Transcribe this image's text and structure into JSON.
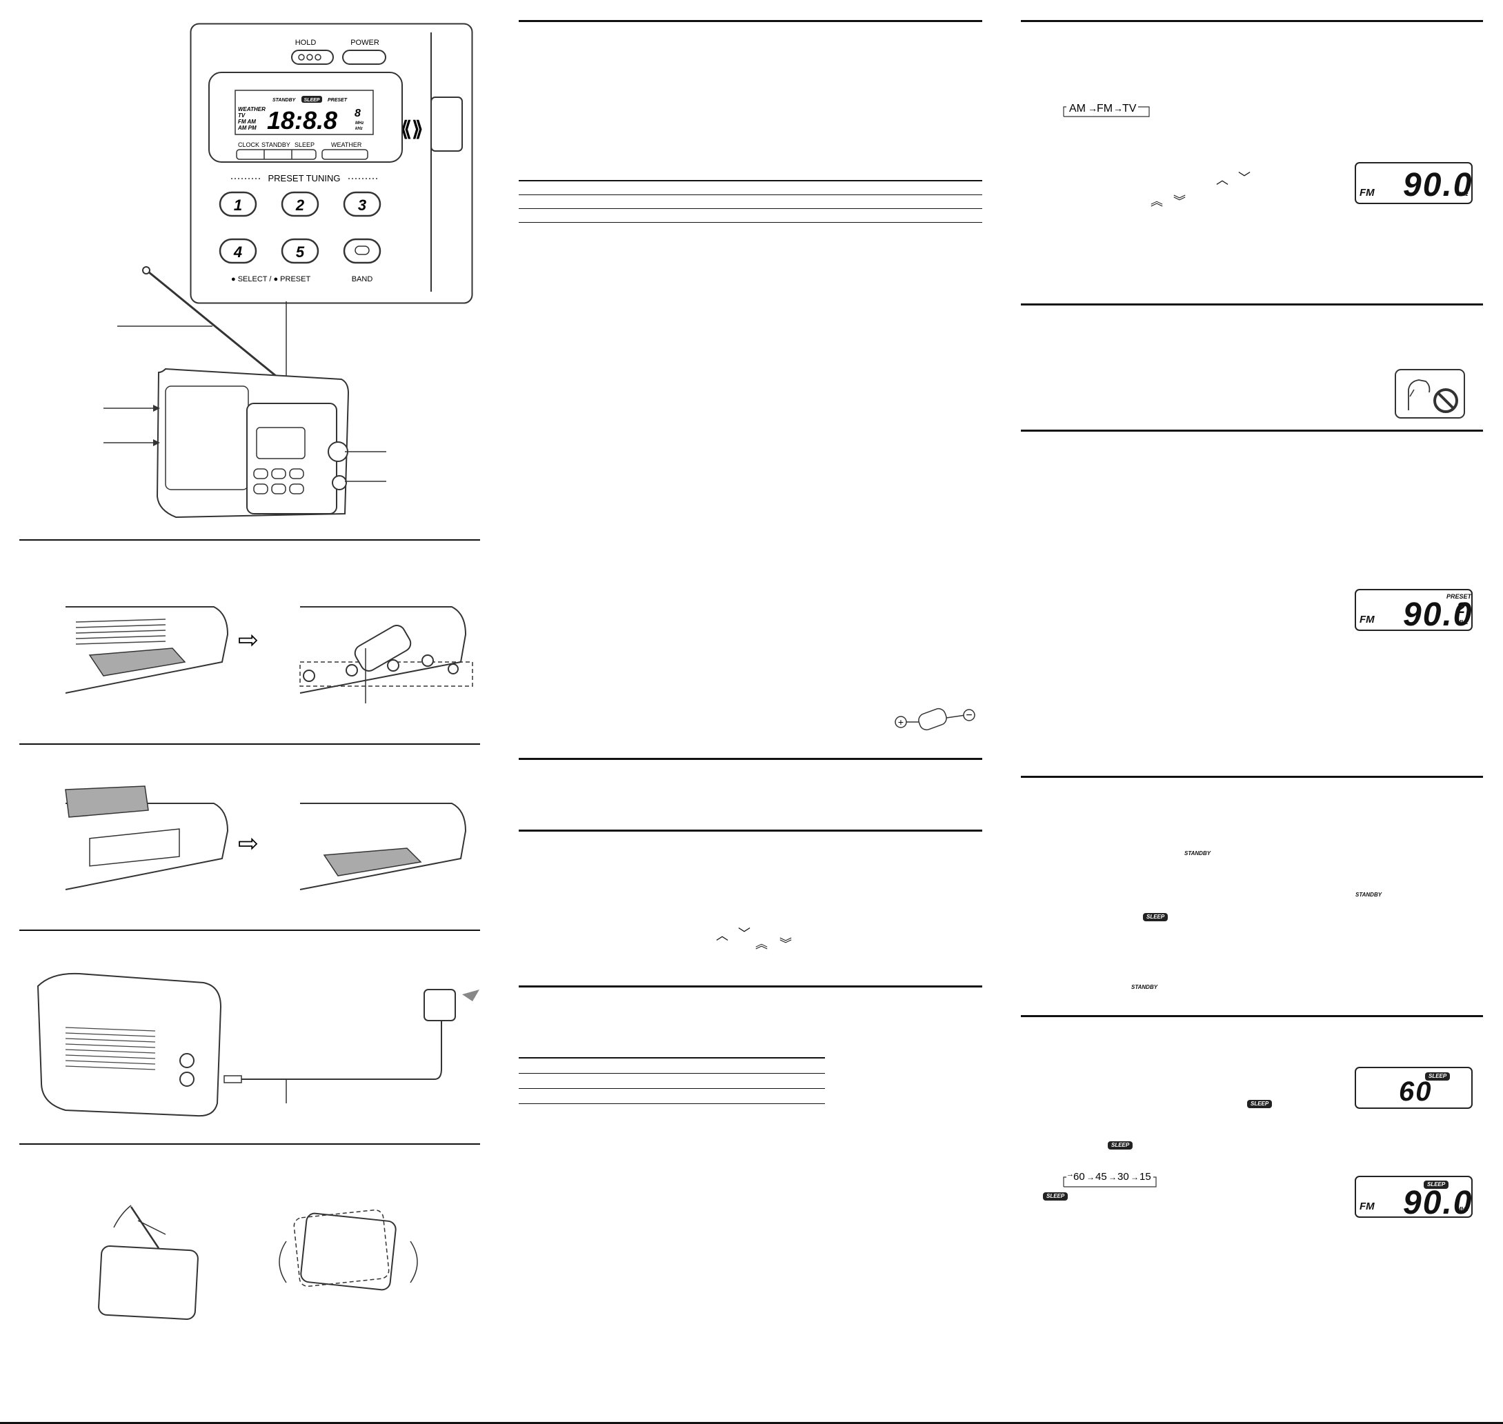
{
  "panel": {
    "hold_label": "HOLD",
    "power_label": "POWER",
    "display": {
      "standby": "STANDBY",
      "sleep": "SLEEP",
      "preset": "PRESET",
      "bands": [
        "WEATHER",
        "TV",
        "FM AM",
        "AM PM"
      ],
      "digits": "18:8.8",
      "preset_digit": "8",
      "mhz": "MHz",
      "khz": "kHz"
    },
    "under_labels": [
      "CLOCK",
      "STANDBY",
      "SLEEP",
      "WEATHER"
    ],
    "preset_tuning": "PRESET TUNING",
    "buttons": [
      "1",
      "2",
      "3",
      "4",
      "5"
    ],
    "select_preset": "● SELECT / ● PRESET",
    "band_label": "BAND"
  },
  "band_sequence": [
    "AM",
    "FM",
    "TV"
  ],
  "sleep_sequence": [
    "60",
    "45",
    "30",
    "15"
  ],
  "lcd_1": {
    "band": "FM",
    "freq": "90.0",
    "unit": "MHz"
  },
  "lcd_2": {
    "band": "FM",
    "freq": "90.0",
    "unit": "MHz",
    "preset_label": "PRESET",
    "preset_number": "2"
  },
  "lcd_3": {
    "sleep": "SLEEP",
    "minutes": "60"
  },
  "lcd_4": {
    "band": "FM",
    "freq": "90.0",
    "unit": "MHz",
    "sleep": "SLEEP"
  },
  "inline": {
    "standby": "STANDBY",
    "sleep": "SLEEP",
    "up": "︿",
    "down": "﹀",
    "fast_up": "︽",
    "fast_down": "︾"
  }
}
